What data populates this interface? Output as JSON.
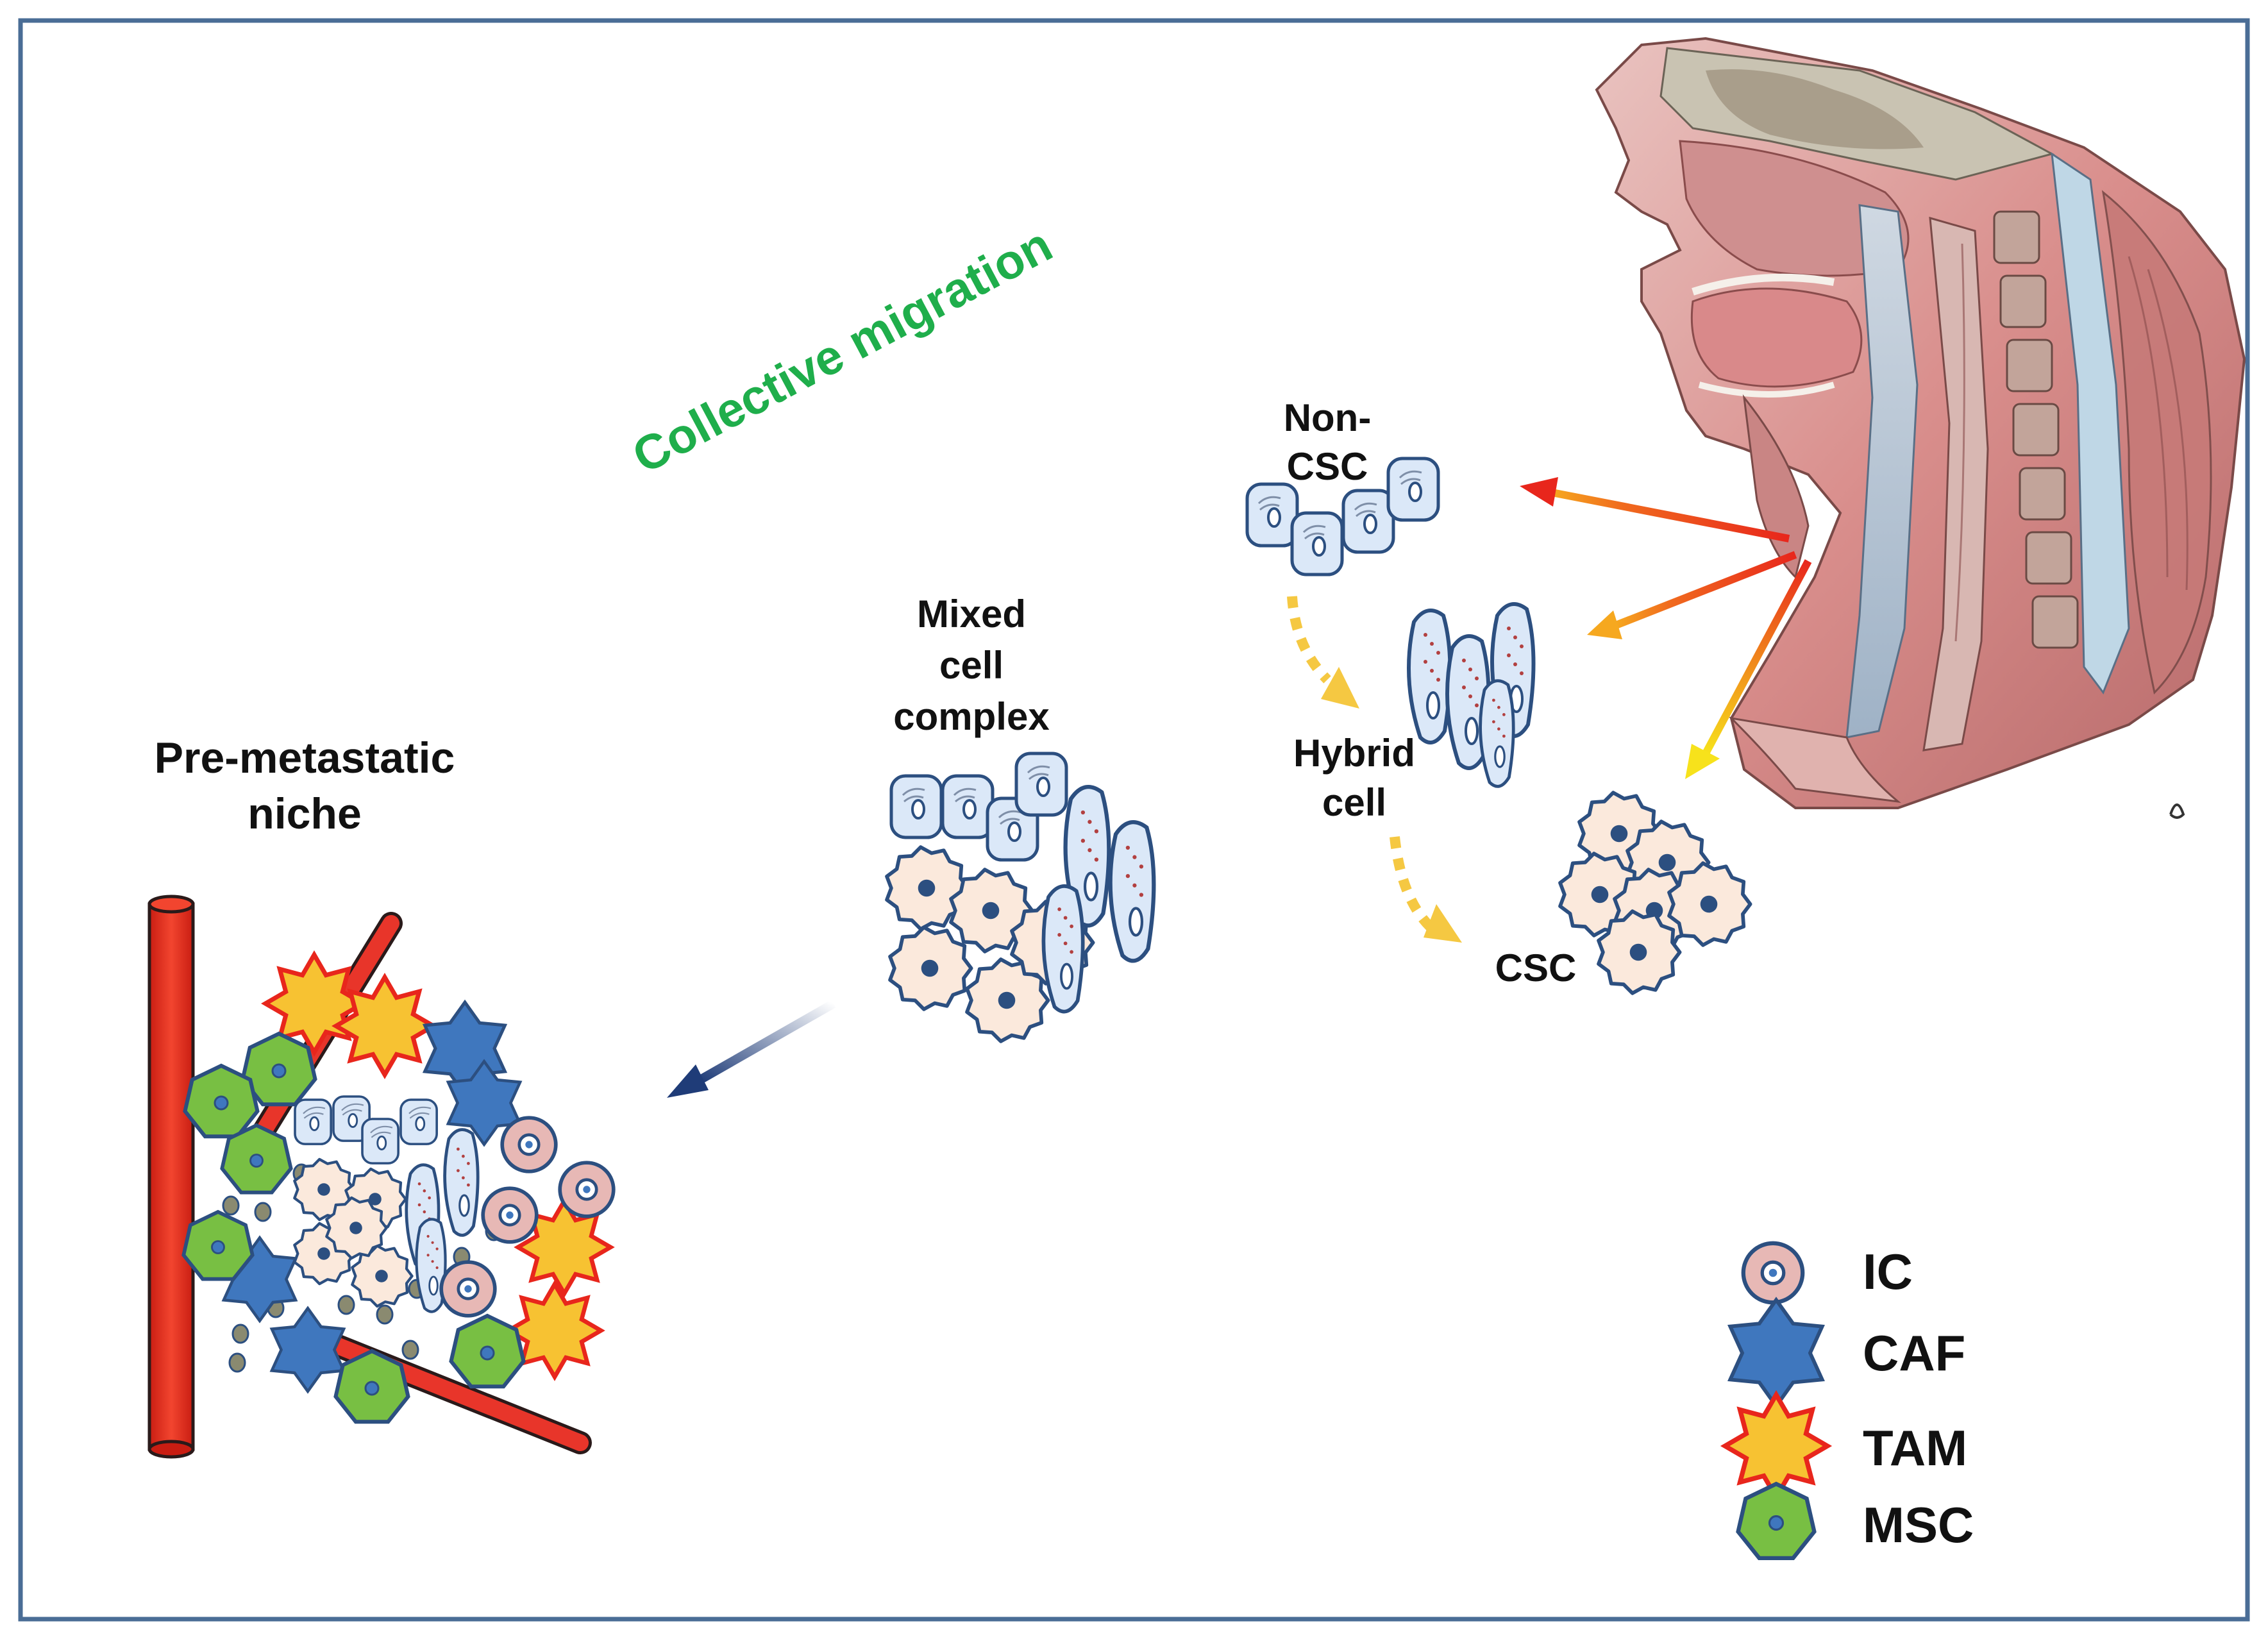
{
  "colors": {
    "frame": "#4a6d96",
    "migration_text": "#1fae4b",
    "vessel": "#e8352a",
    "ic_fill": "#e7b8b5",
    "caf_fill": "#3f77be",
    "tam_fill": "#f7c232",
    "tam_stroke": "#e8261c",
    "msc_fill": "#78bf43",
    "csc_fill": "#fbe9dc",
    "noncsc_fill": "#dbe8f8",
    "hybrid_fill": "#dbe8f8",
    "outline": "#2c4f80"
  },
  "labels": {
    "collective_migration": "Collective migration",
    "pre_metastatic_line1": "Pre-metastatic",
    "pre_metastatic_line2": "niche",
    "mixed_line1": "Mixed",
    "mixed_line2": "cell",
    "mixed_line3": "complex",
    "non_csc_line1": "Non-",
    "non_csc_line2": "CSC",
    "hybrid_line1": "Hybrid",
    "hybrid_line2": "cell",
    "csc": "CSC"
  },
  "legend": {
    "items": [
      {
        "label": "IC",
        "icon": "ic-icon"
      },
      {
        "label": "CAF",
        "icon": "caf-icon"
      },
      {
        "label": "TAM",
        "icon": "tam-icon"
      },
      {
        "label": "MSC",
        "icon": "msc-icon"
      }
    ]
  }
}
